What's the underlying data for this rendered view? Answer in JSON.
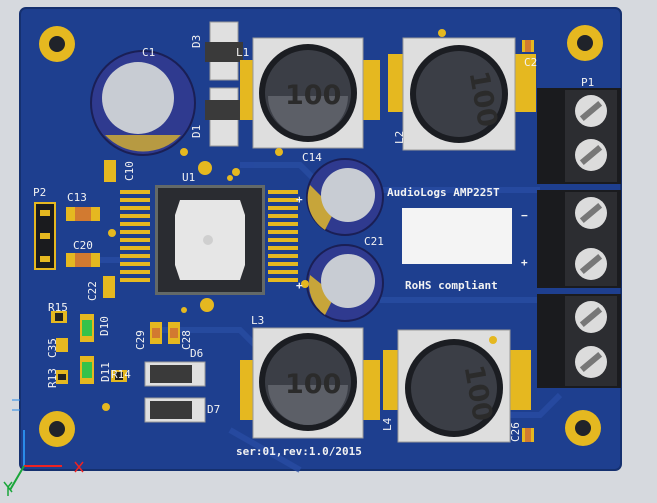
{
  "board": {
    "title": "AudioLogs AMP225T",
    "rohs": "RoHS compliant",
    "serial": "ser:01,rev:1.0/2015",
    "plus": "+",
    "minus": "−"
  },
  "designators": {
    "D3": "D3",
    "L1": "L1",
    "D1": "D1",
    "C1": "C1",
    "C2": "C2",
    "P1": "P1",
    "L2": "L2",
    "C10": "C10",
    "C14": "C14",
    "U1": "U1",
    "P2": "P2",
    "C13": "C13",
    "C21": "C21",
    "C20": "C20",
    "C22": "C22",
    "R15": "R15",
    "D10": "D10",
    "C35": "C35",
    "C29": "C29",
    "C28": "C28",
    "L3": "L3",
    "D6": "D6",
    "R13": "R13",
    "D11": "D11",
    "R14": "R14",
    "D7": "D7",
    "L4": "L4",
    "C26": "C26"
  },
  "inductor_value": "100",
  "colors": {
    "pcb": "#1e3f8f",
    "pcb_dark": "#17337a",
    "copper": "#e5b820",
    "silk": "#f2f2f2",
    "background": "#d6d9de"
  }
}
